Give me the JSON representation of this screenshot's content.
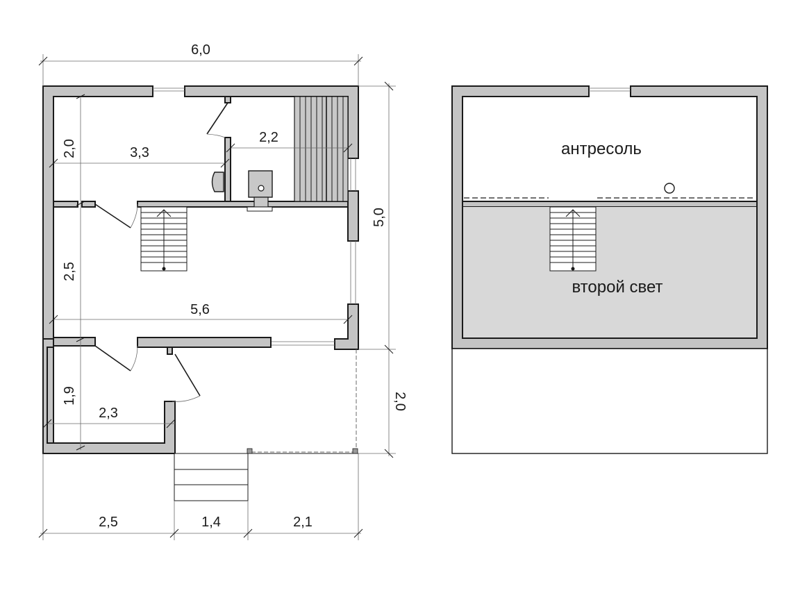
{
  "dimensions": {
    "overall_width": "6,0",
    "overall_depth": "5,0",
    "porch_depth": "2,0",
    "bottom_left": "2,5",
    "bottom_mid": "1,4",
    "bottom_right": "2,1",
    "room_top_height": "2,0",
    "room_top_width": "3,3",
    "sauna_width": "2,2",
    "hall_height": "2,5",
    "hall_width": "5,6",
    "small_room_height": "1,9",
    "small_room_width": "2,3"
  },
  "rooms": {
    "mezzanine": "антресоль",
    "double_height": "второй свет"
  },
  "colors": {
    "wall_fill": "#c4c4c4",
    "double_height_fill": "#d8d8d8",
    "line": "#1a1a1a"
  }
}
